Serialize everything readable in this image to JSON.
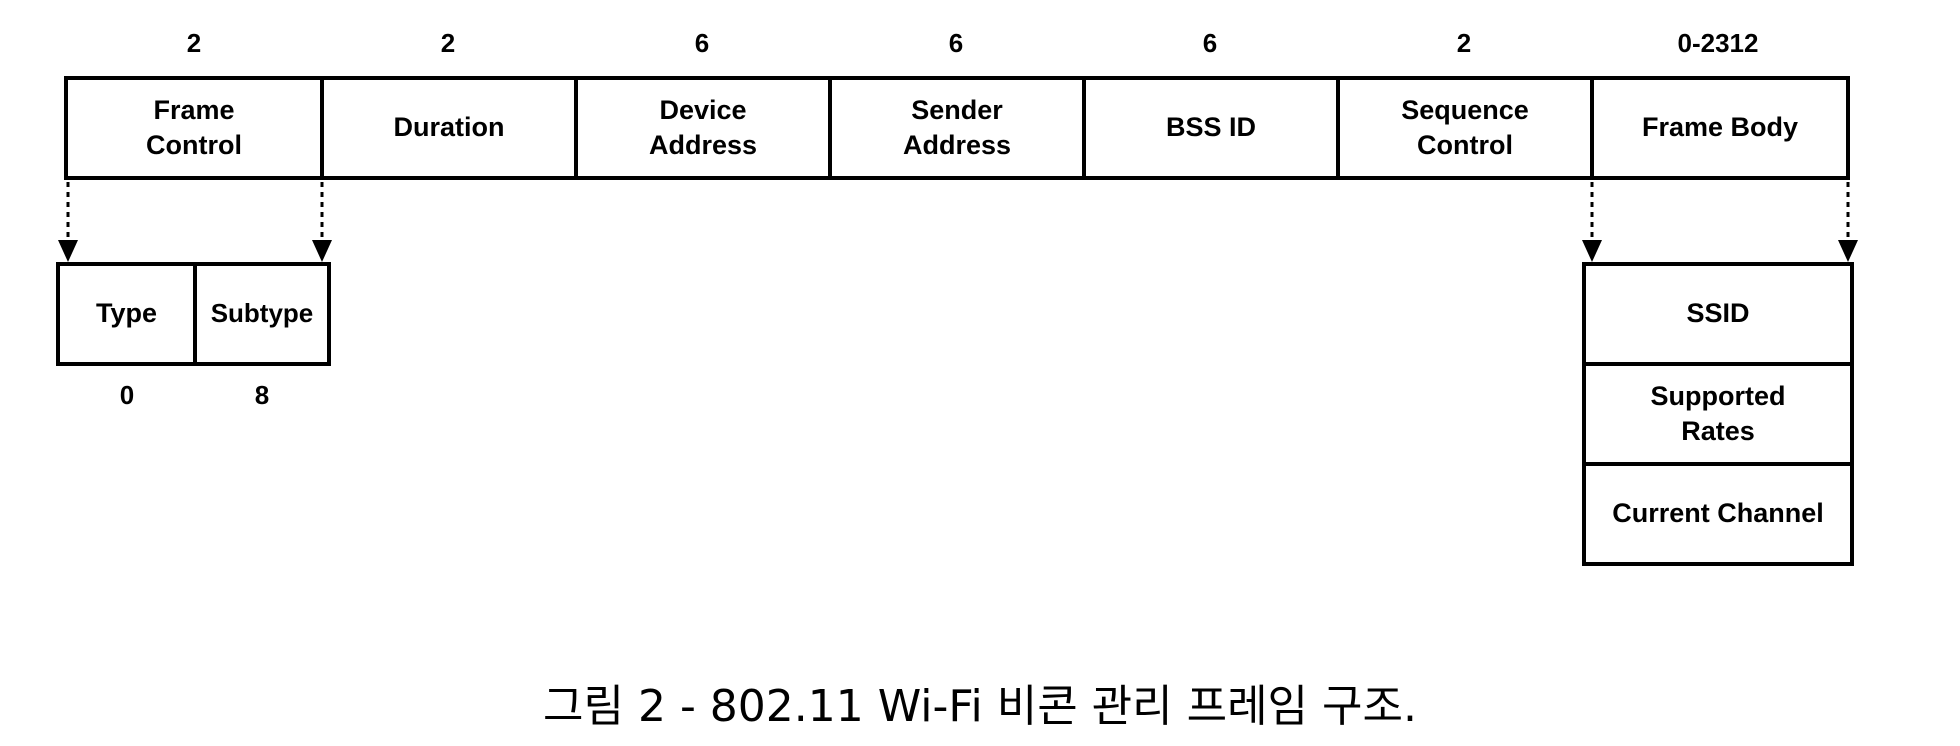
{
  "header_fields": [
    {
      "size": "2",
      "label": "Frame\nControl"
    },
    {
      "size": "2",
      "label": "Duration"
    },
    {
      "size": "6",
      "label": "Device\nAddress"
    },
    {
      "size": "6",
      "label": "Sender\nAddress"
    },
    {
      "size": "6",
      "label": "BSS ID"
    },
    {
      "size": "2",
      "label": "Sequence\nControl"
    },
    {
      "size": "0-2312",
      "label": "Frame Body"
    }
  ],
  "frame_control_subfields": [
    {
      "label": "Type",
      "value": "0"
    },
    {
      "label": "Subtype",
      "value": "8"
    }
  ],
  "frame_body_subfields": [
    {
      "label": "SSID"
    },
    {
      "label": "Supported\nRates"
    },
    {
      "label": "Current Channel"
    }
  ],
  "caption": "그림 2 - 802.11 Wi-Fi 비콘 관리 프레임 구조."
}
